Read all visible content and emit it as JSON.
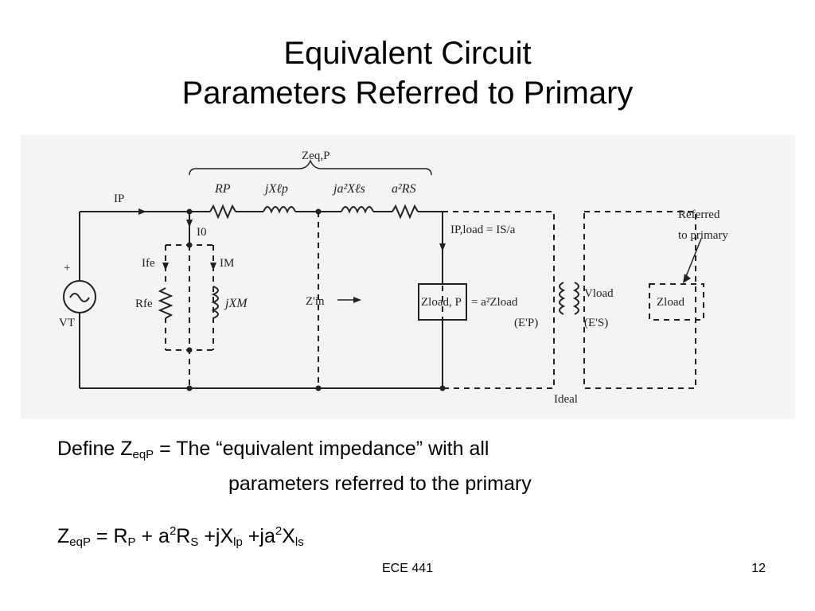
{
  "slide": {
    "title_line1": "Equivalent Circuit",
    "title_line2": "Parameters Referred to Primary",
    "footer_center": "ECE 441",
    "page_number": "12"
  },
  "definition": {
    "prefix": "Define Z",
    "subscript": "eqP",
    "text": " = The “equivalent impedance” with all",
    "continuation": "parameters referred to the primary"
  },
  "formula": {
    "lhs": "Z",
    "lhs_sub": "eqP",
    "eq": " = R",
    "rp_sub": "P",
    "plus1": " + a",
    "sup1": "2",
    "r": "R",
    "rs_sub": "S",
    "plus2": " +jX",
    "xlp_sub": "lp",
    "plus3": " +ja",
    "sup2": "2",
    "x": "X",
    "xls_sub": "ls"
  },
  "circuit": {
    "zeq": "Zeq,P",
    "ip": "IP",
    "rp": "RP",
    "jxlp": "jXℓp",
    "ja2xls": "ja²Xℓs",
    "a2rs": "a²RS",
    "i0": "I0",
    "ife": "Ife",
    "im": "IM",
    "rfe": "Rfe",
    "jxm": "jXM",
    "plus": "+",
    "vt": "VT",
    "zin": "Z'in",
    "ipload": "IP,load = IS/a",
    "zloadp": "Zload, P",
    "eq_a2zload": "= a²Zload",
    "ep": "(E'P)",
    "vload": "Vload",
    "es": "(E'S)",
    "referred1": "Referred",
    "referred2": "to primary",
    "zload": "Zload",
    "ideal": "Ideal"
  }
}
